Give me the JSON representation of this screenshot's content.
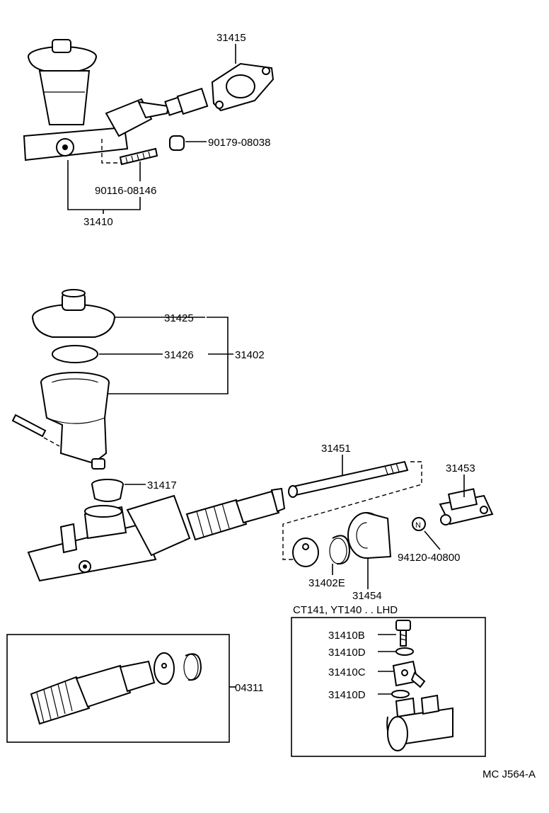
{
  "labels": {
    "p31415": "31415",
    "p90179": "90179-08038",
    "p90116": "90116-08146",
    "p31410": "31410",
    "p31425": "31425",
    "p31426": "31426",
    "p31402": "31402",
    "p31417": "31417",
    "p31451": "31451",
    "p31453": "31453",
    "p94120": "94120-40800",
    "p31402e": "31402E",
    "p31454": "31454",
    "note_lhd": "CT141, YT140 . . LHD",
    "p31410b": "31410B",
    "p31410d_1": "31410D",
    "p31410c": "31410C",
    "p31410d_2": "31410D",
    "p04311": "04311",
    "drawing_code": "MC J564-A"
  },
  "icons": [
    "n-circle-icon"
  ],
  "colors": {
    "ink": "#000000",
    "paper": "#ffffff"
  }
}
